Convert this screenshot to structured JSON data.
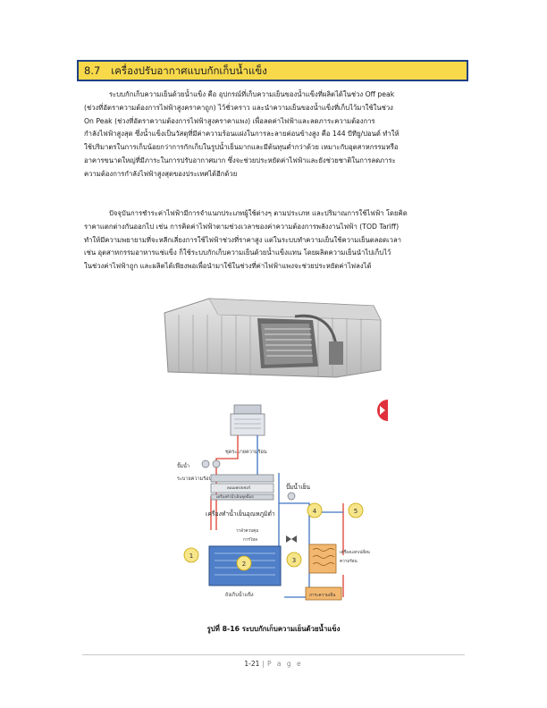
{
  "heading": {
    "number": "8.7",
    "title": "เครื่องปรับอากาศแบบกักเก็บน้ำแข็ง"
  },
  "paragraph1": [
    "ระบบกักเก็บความเย็นด้วยน้ำแข็ง คือ อุปกรณ์ที่เก็บความเย็นของน้ำแข็งที่ผลิตได้ในช่วง Off    peak",
    "(ช่วงที่อัตราความต้องการไฟฟ้าสูงคราคาถูก) ไว้ชั่วคราว และนำความเย็นของน้ำแข็งที่เก็บไว้มาใช้ในช่วง",
    "On Peak (ช่วงที่อัตราความต้องการไฟฟ้าสูงคราคาแพง) เพื่อลดค่าไฟฟ้าและลดภาระความต้องการ",
    "กำลังไฟฟ้าสูงสุด ซึ่งน้ำแข็งเป็นวัสดุที่มีค่าความร้อนแฝงในการละลายค่อนข้างสูง คือ 144 บีทียู/ปอนด์ ทำให้",
    "ใช้ปริมาตรในการเก็บน้อยกว่าการกักเก็บในรูปน้ำเย็นมากและมีต้นทุนต่ำกว่าด้วย เหมาะกับอุตสาหกรรมหรือ",
    "อาคารขนาดใหญ่ที่มีภาระในการปรับอากาศมาก ซึ่งจะช่วยประหยัดค่าไฟฟ้าและยังช่วยชาติในการลดภาระ",
    "ความต้องการกำลังไฟฟ้าสูงสุดของประเทศได้อีกด้วย"
  ],
  "paragraph2": [
    "ปัจจุบันการชำระค่าไฟฟ้ามีการจำแนกประเภทผู้ใช้ต่างๆ ตามประเภท และปริมาณการใช้ไฟฟ้า โดยคิด",
    "ราคาแตกต่างกันออกไป เช่น การคิดค่าไฟฟ้าตามช่วงเวลาของค่าความต้องการพลังงานไฟฟ้า (TOD  Tariff)",
    "ทำให้มีความพยายามที่จะหลีกเลี่ยงการใช้ไฟฟ้าช่วงที่ราคาสูง แต่ในระบบทำความเย็นใช้ความเย็นตลอดเวลา",
    "เช่น อุตสาหกรรมอาหารแช่แข็ง ก็ใช้ระบบกักเก็บความเย็นด้วยน้ำแข็งแทน โดยผลิตความเย็นนำไปเก็บไว้",
    "ในช่วงค่าไฟฟ้าถูก และผลิตได้เพียงพอเพื่อนำมาใช้ในช่วงที่ค่าไฟฟ้าแพงจะช่วยประหยัดค่าไฟลงได้"
  ],
  "diagram": {
    "labels": {
      "condenser": "ชุดระบายความร้อน",
      "pump_left_1": "ปั๊มน้ำ",
      "pump_left_2": "ระบายความร้อน",
      "evaporator": "เครื่องทำน้ำเย็นชุดปั๊มส",
      "evaporator_top": "คอมเพรสเซอร์",
      "chilled_pump": "ปั๊มน้ำเย็น",
      "chiller_unit": "เครื่องทำน้ำเย็นอุณหภูมิต่ำ",
      "valve_1": "วาล์วควบคุม",
      "valve_2": "การไหล",
      "tank": "ถังเก็บน้ำแข็ง",
      "heat_exchanger_1": "เครื่องแลกเปลี่ยน",
      "heat_exchanger_2": "ความร้อน",
      "load": "ภาระความเย็น",
      "bubble_1": "1",
      "bubble_2": "2",
      "bubble_3": "3",
      "bubble_4": "4",
      "bubble_5": "5"
    },
    "colors": {
      "bubble_fill": "#f7e58a",
      "bubble_stroke": "#c9a400",
      "tank_water": "#4f7fc8",
      "hx_fill": "#f3b870",
      "load_fill": "#f3b870",
      "cold_pipe": "#3f74c2",
      "hot_pipe": "#e04030"
    }
  },
  "caption": "รูปที่ 8-16 ระบบกักเก็บความเย็นด้วยน้ำแข็ง",
  "footer": {
    "page": "1-21",
    "separator": "|",
    "label": "P a g e"
  }
}
